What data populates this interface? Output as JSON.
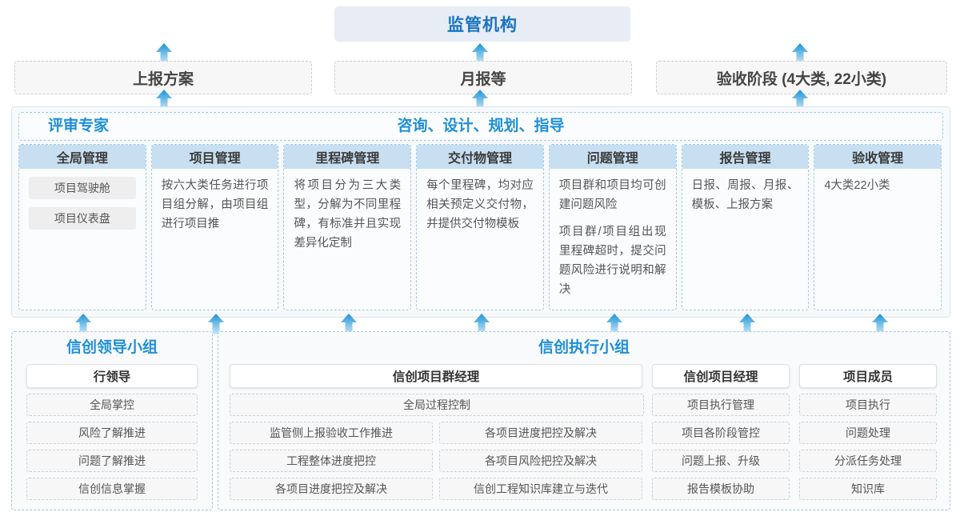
{
  "top": {
    "regulator": "监管机构",
    "reports": [
      {
        "label": "上报方案"
      },
      {
        "label": "月报等"
      },
      {
        "label": "验收阶段 (4大类, 22小类)"
      }
    ]
  },
  "middle": {
    "header_left": "评审专家",
    "header_center": "咨询、设计、规划、指导",
    "columns": [
      {
        "title": "全局管理",
        "paragraphs": [],
        "pills": [
          "项目驾驶舱",
          "项目仪表盘"
        ]
      },
      {
        "title": "项目管理",
        "paragraphs": [
          "按六大类任务进行项目组分解，由项目组进行项目推"
        ],
        "pills": []
      },
      {
        "title": "里程碑管理",
        "paragraphs": [
          "将项目分为三大类型，分解为不同里程碑，有标准并且实现差异化定制"
        ],
        "pills": []
      },
      {
        "title": "交付物管理",
        "paragraphs": [
          "每个里程碑，均对应相关预定义交付物，并提供交付物模板"
        ],
        "pills": []
      },
      {
        "title": "问题管理",
        "paragraphs": [
          "项目群和项目均可创建问题风险",
          "项目群/项目组出现里程碑超时，提交问题风险进行说明和解决"
        ],
        "pills": []
      },
      {
        "title": "报告管理",
        "paragraphs": [
          "日报、周报、月报、模板、上报方案"
        ],
        "pills": []
      },
      {
        "title": "验收管理",
        "paragraphs": [
          "4大类22小类"
        ],
        "pills": []
      }
    ]
  },
  "bottom": {
    "leader_group": {
      "title": "信创领导小组",
      "role": "行领导",
      "tasks": [
        "全局掌控",
        "风险了解推进",
        "问题了解推进",
        "信创信息掌握"
      ]
    },
    "exec_group": {
      "title": "信创执行小组",
      "program_manager": {
        "role": "信创项目群经理",
        "full_task": "全局过程控制",
        "left_tasks": [
          "监管侧上报验收工作推进",
          "工程整体进度把控",
          "各项目进度把控及解决"
        ],
        "right_tasks": [
          "各项目进度把控及解决",
          "各项目风险把控及解决",
          "信创工程知识库建立与迭代"
        ]
      },
      "project_manager": {
        "role": "信创项目经理",
        "tasks": [
          "项目执行管理",
          "项目各阶段管控",
          "问题上报、升级",
          "报告模板协助"
        ]
      },
      "project_member": {
        "role": "项目成员",
        "tasks": [
          "项目执行",
          "问题处理",
          "分派任务处理",
          "知识库"
        ]
      }
    }
  },
  "colors": {
    "brand_blue": "#1f8fd6",
    "regulator_bg": "#e7ecf5",
    "col_head_bg": "#c7dff0",
    "arrow_top": "#1b93d6",
    "arrow_bottom": "#cfe8f8"
  },
  "arrows": {
    "to_regulator_x": [
      205,
      600,
      1000
    ],
    "to_middle_x": [
      104,
      270,
      436,
      602,
      768,
      934,
      1100
    ]
  }
}
